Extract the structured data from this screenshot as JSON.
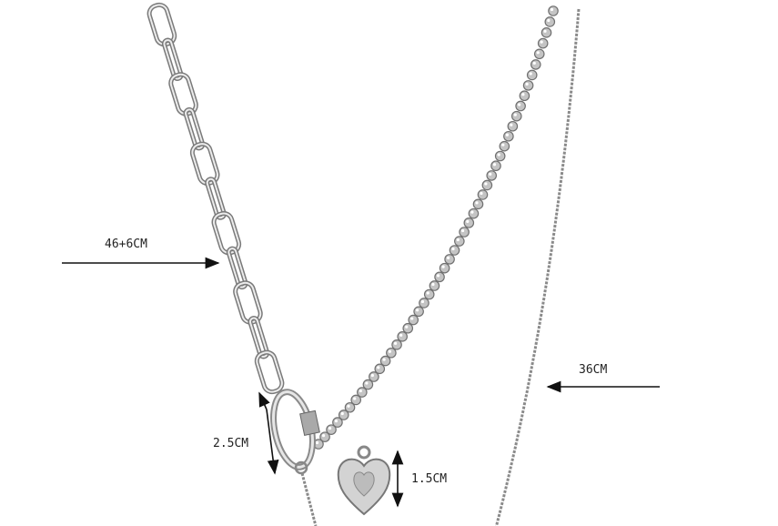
{
  "product": {
    "labels": {
      "necklace_length": "46+6CM",
      "choker_length": "36CM",
      "clasp_size": "2.5CM",
      "pendant_size": "1.5CM"
    }
  },
  "colors": {
    "metal": "#b8b8b8",
    "metal_dark": "#6e6e6e",
    "arrow": "#111111"
  }
}
